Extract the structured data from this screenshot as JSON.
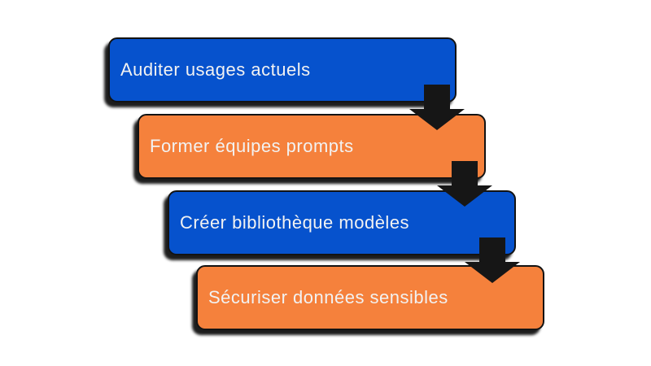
{
  "diagram": {
    "type": "vertical-staircase-process",
    "steps": [
      {
        "label": "Auditer usages actuels",
        "fill": "#0652CD"
      },
      {
        "label": "Former équipes prompts",
        "fill": "#F5813C"
      },
      {
        "label": "Créer bibliothèque modèles",
        "fill": "#0652CD"
      },
      {
        "label": "Sécuriser données sensibles",
        "fill": "#F5813C"
      }
    ],
    "connector": {
      "shape": "down-arrow",
      "color": "#161616"
    },
    "style": {
      "background": "#FFFFFF",
      "text_color": "#F2F2F2",
      "outline_color": "#131313",
      "blue": "#0652CD",
      "orange": "#F5813C"
    }
  }
}
